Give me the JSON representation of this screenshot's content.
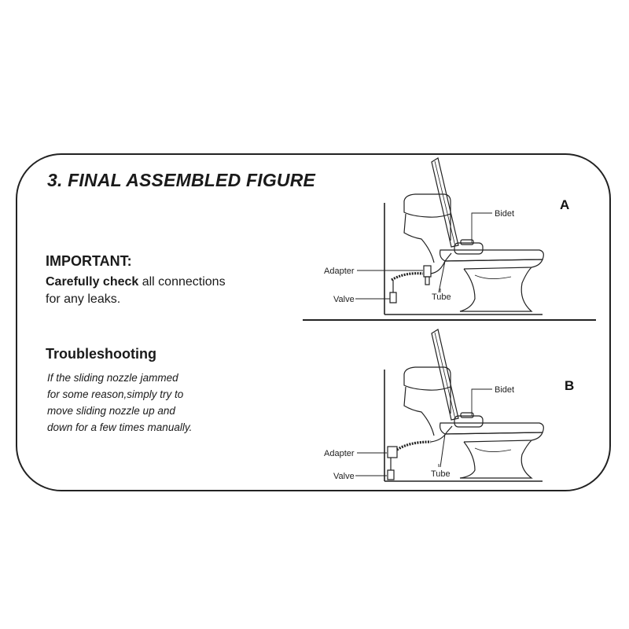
{
  "title": "3. FINAL ASSEMBLED FIGURE",
  "important": {
    "heading": "IMPORTANT:",
    "bold_lead": "Carefully check",
    "text_rest": " all connections",
    "line2": "for any leaks."
  },
  "troubleshooting": {
    "heading": "Troubleshooting",
    "lines": [
      "If the sliding nozzle jammed",
      "for some reason,simply try to",
      "move sliding nozzle up and",
      "down for a few times manually."
    ]
  },
  "figure_a": {
    "letter": "A",
    "labels": {
      "bidet": "Bidet",
      "adapter": "Adapter",
      "valve": "Valve",
      "tube": "Tube"
    }
  },
  "figure_b": {
    "letter": "B",
    "labels": {
      "bidet": "Bidet",
      "adapter": "Adapter",
      "valve": "Valve",
      "tube": "Tube"
    }
  }
}
